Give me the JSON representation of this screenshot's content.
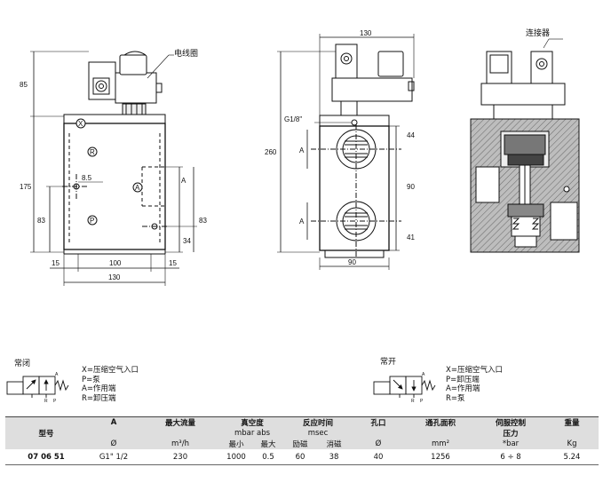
{
  "drawing": {
    "labels": {
      "coil": "电线圈",
      "connector": "连接器",
      "port_x": "X",
      "port_r": "R",
      "port_a": "A",
      "port_p": "P",
      "side_a1": "A",
      "side_a2": "A",
      "side_a3": "A",
      "thread": "G1/8\""
    },
    "dims": {
      "d85": "85",
      "d175": "175",
      "d83_left": "83",
      "d8_5": "8.5",
      "d83_right": "83",
      "d34": "34",
      "d15_left": "15",
      "d100": "100",
      "d15_right": "15",
      "d130_bottom": "130",
      "d130_top": "130",
      "d260": "260",
      "d44": "44",
      "d90_v": "90",
      "d41": "41",
      "d90_h": "90"
    }
  },
  "symbols": {
    "nc": {
      "title": "常闭",
      "ports": [
        "A",
        "R",
        "P"
      ],
      "legend": [
        "X=压缩空气入口",
        "P=泵",
        "A=作用端",
        "R=卸压端"
      ]
    },
    "no": {
      "title": "常开",
      "ports": [
        "A",
        "R",
        "P"
      ],
      "legend": [
        "X=压缩空气入口",
        "P=卸压端",
        "A=作用端",
        "R=泵"
      ]
    }
  },
  "table": {
    "headers": {
      "model": "型号",
      "a": "A",
      "max_flow": "最大流量",
      "vacuum": "真空度",
      "vacuum_unit": "mbar abs",
      "response": "反应时间",
      "response_unit": "msec",
      "orifice": "孔口",
      "area": "通孔面积",
      "servo": "伺服控制",
      "servo2": "压力",
      "weight": "重量"
    },
    "units": {
      "a": "Ø",
      "flow": "m³/h",
      "vmin": "最小",
      "vmax": "最大",
      "excite": "励磁",
      "deexcite": "消磁",
      "orifice": "Ø",
      "area": "mm²",
      "servo": "*bar",
      "weight": "Kg"
    },
    "row": {
      "model": "07 06 51",
      "a": "G1\" 1/2",
      "flow": "230",
      "vmin": "1000",
      "vmax": "0.5",
      "excite": "60",
      "deexcite": "38",
      "orifice": "40",
      "area": "1256",
      "servo": "6 ÷ 8",
      "weight": "5.24"
    }
  }
}
